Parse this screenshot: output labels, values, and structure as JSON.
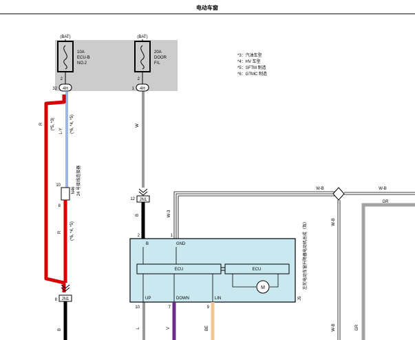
{
  "title": "电动车窗",
  "colors": {
    "shade": "#cccccc",
    "ecu_fill": "#c9e8f0",
    "red": "#d50000",
    "violet": "#6b2d8a",
    "beige": "#f0c890",
    "gray": "#a3a3a3",
    "blue": "#5f86d6"
  },
  "notes": [
    "*3：汽油车型",
    "*4：HV 车型",
    "*5：SFTM 制造",
    "*6：GTMC 制造"
  ],
  "fuses": [
    {
      "source": "(BAT)",
      "amps": "10A",
      "name1": "ECU-B",
      "name2": "NO.2",
      "pin_top": "2",
      "pin_bottom": "32",
      "connector": "4H"
    },
    {
      "source": "(BAT)",
      "amps": "20A",
      "name1": "DOOR",
      "name2": "F/L",
      "pin_top": "2",
      "pin_bottom": "1",
      "connector": "4H"
    }
  ],
  "wires": {
    "w1": "R",
    "w1_note": "(*5, *3)",
    "w2": "L-Y",
    "w2_note": "(*6, *4, *5)",
    "w3": "W",
    "w4": "R",
    "w4_note": "(*6, *4, *5)",
    "w5": "B",
    "w6": "W-B",
    "w7": "W-B",
    "w8": "W-B",
    "w9": "GR",
    "w10": "B",
    "w11": "W-3",
    "bottom": [
      "L",
      "V",
      "BE"
    ],
    "bottom_right": [
      "W-B",
      "GR"
    ]
  },
  "connector_n46": {
    "pin_top": "10",
    "pin_bottom": "8",
    "code": "N46",
    "label": "24 号接线连接器"
  },
  "jn1_top": {
    "pin": "12",
    "name": "JN1"
  },
  "jn1_bottom": {
    "pin": "8",
    "name": "JN1"
  },
  "module": {
    "code": "J5",
    "label": "左前电动车窗升降器电动机总成（驾）",
    "pin_b_num": "2",
    "pin_b": "B",
    "pin_gnd_num": "1",
    "pin_gnd": "GND",
    "ecu_left": "ECU",
    "ecu_right": "ECU",
    "motor": "M",
    "pin_up": "UP",
    "pin_down": "DOWN",
    "pin_lin": "LIN",
    "pin_up_num": "10",
    "pin_down_num": "7",
    "pin_lin_num": "9"
  }
}
